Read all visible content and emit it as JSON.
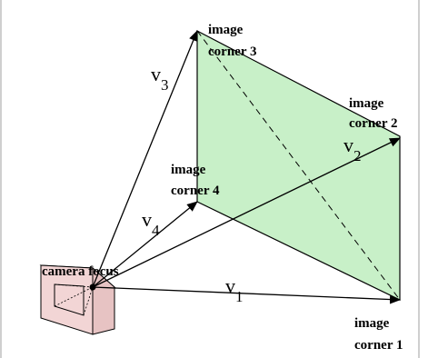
{
  "colors": {
    "plane_fill": "#c8f0c8",
    "camera_front": "#f2d5d5",
    "camera_side": "#e7c3c3",
    "camera_top": "#efcccc",
    "border": "#cccccc"
  },
  "labels": {
    "corner1_line1": "image",
    "corner1_line2": "corner 1",
    "corner2_line1": "image",
    "corner2_line2": "corner 2",
    "corner3_line1": "image",
    "corner3_line2": "corner 3",
    "corner4_line1": "image",
    "corner4_line2": "corner 4",
    "camera_focus": "camera focus"
  },
  "vectors": [
    {
      "letter": "v",
      "index": "1"
    },
    {
      "letter": "v",
      "index": "2"
    },
    {
      "letter": "v",
      "index": "3"
    },
    {
      "letter": "v",
      "index": "4"
    }
  ]
}
